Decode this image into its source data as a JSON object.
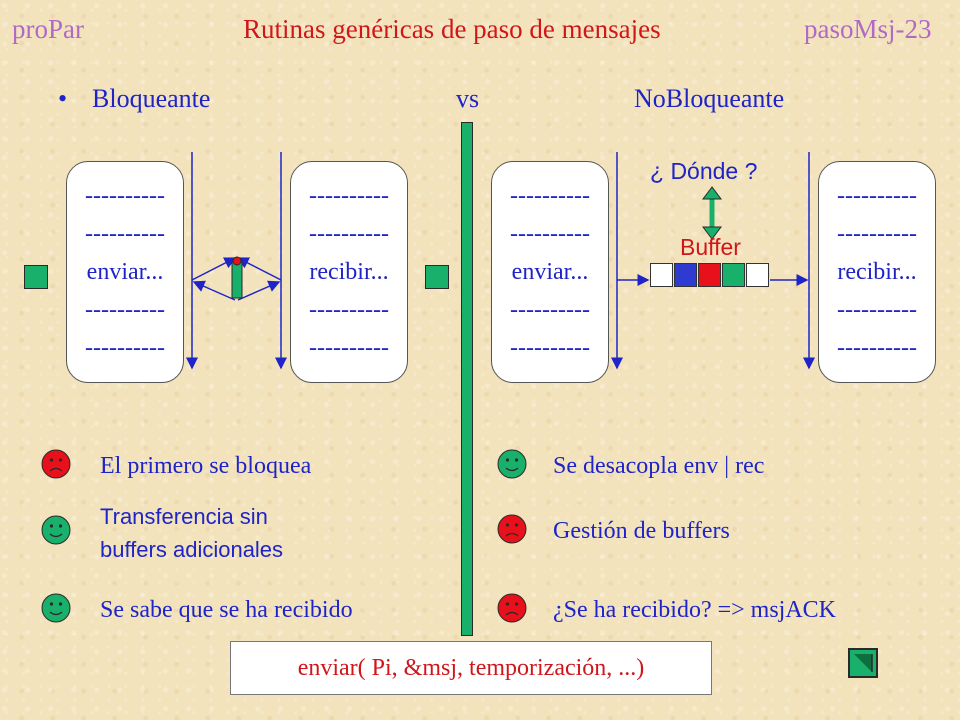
{
  "header": {
    "left": "proPar",
    "title": "Rutinas genéricas de paso de mensajes",
    "right": "pasoMsj-23"
  },
  "heading": {
    "bullet": "•",
    "left": "Bloqueante",
    "middle": "vs",
    "right": "NoBloqueante"
  },
  "box_lines": {
    "dash": "----------",
    "enviar": "enviar...",
    "recibir": "recibir..."
  },
  "labels": {
    "donde": "¿ Dónde ?",
    "buffer": "Buffer"
  },
  "buffer_colors": [
    "#ffffff",
    "#2f3bd0",
    "#e8101b",
    "#18b06a",
    "#ffffff"
  ],
  "left_points": [
    {
      "text": "El primero se bloquea",
      "face": "sad"
    },
    {
      "text": "Transferencia  sin",
      "text2": "buffers adicionales",
      "face": "happy"
    },
    {
      "text": "Se sabe que se ha recibido",
      "face": "happy"
    }
  ],
  "right_points": [
    {
      "text": "Se desacopla env | rec",
      "face": "happy"
    },
    {
      "text": "Gestión de buffers",
      "face": "sad"
    },
    {
      "text": "¿Se ha recibido? => msjACK",
      "face": "sad"
    }
  ],
  "call": "enviar( Pi, &msj, temporización, ...)",
  "colors": {
    "green": "#18b06a",
    "red": "#e8101b",
    "blue": "#1e24c8",
    "purple": "#b06ac4"
  }
}
